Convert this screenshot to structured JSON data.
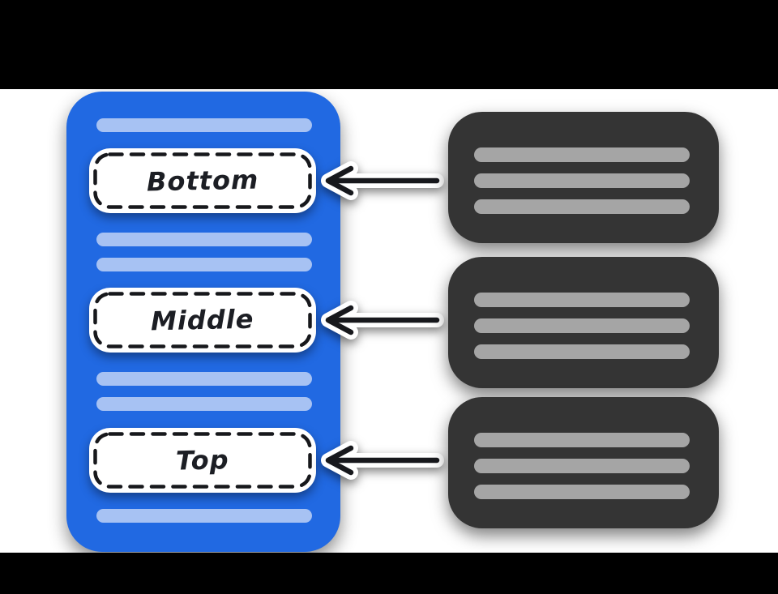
{
  "scene": {
    "slots": [
      {
        "label": "Bottom"
      },
      {
        "label": "Middle"
      },
      {
        "label": "Top"
      }
    ],
    "arrows": [
      {
        "icon": "arrow-left-icon"
      },
      {
        "icon": "arrow-left-icon"
      },
      {
        "icon": "arrow-left-icon"
      }
    ],
    "cards": [
      {
        "placeholder_lines": 3
      },
      {
        "placeholder_lines": 3
      },
      {
        "placeholder_lines": 3
      }
    ],
    "colors": {
      "background": "#ffffff",
      "frame_black": "#000000",
      "panel_blue": "#2169e2",
      "panel_bar_blue": "#a7c2f3",
      "card_dark": "#343434",
      "card_bar_gray": "#a5a5a5",
      "slot_border": "#17181c"
    }
  }
}
